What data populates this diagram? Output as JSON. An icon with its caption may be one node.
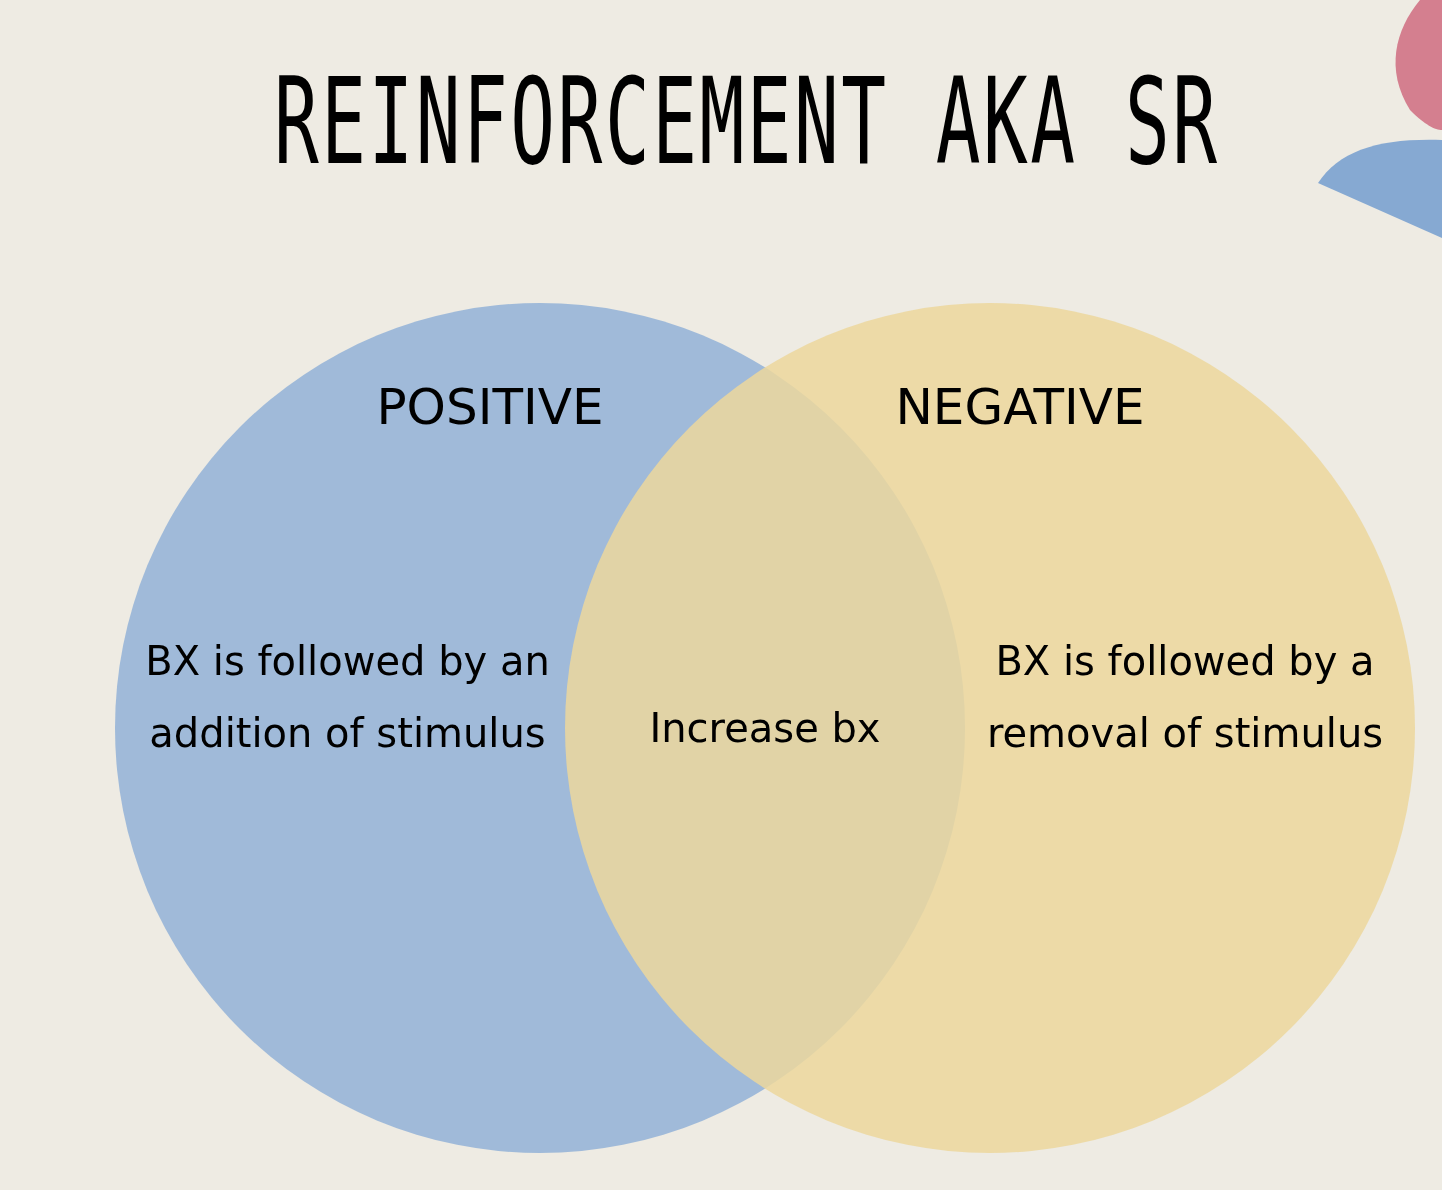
{
  "diagram": {
    "title": "REINFORCEMENT AKA SR",
    "nodes": [
      {
        "text": [
          "POSITIVE",
          "BX is followed by an addition of stimulus"
        ]
      },
      {
        "text": [
          "NEGATIVE",
          "BX is followed by a removal of stimulus"
        ]
      }
    ],
    "labels": [
      "Increase bx"
    ]
  }
}
